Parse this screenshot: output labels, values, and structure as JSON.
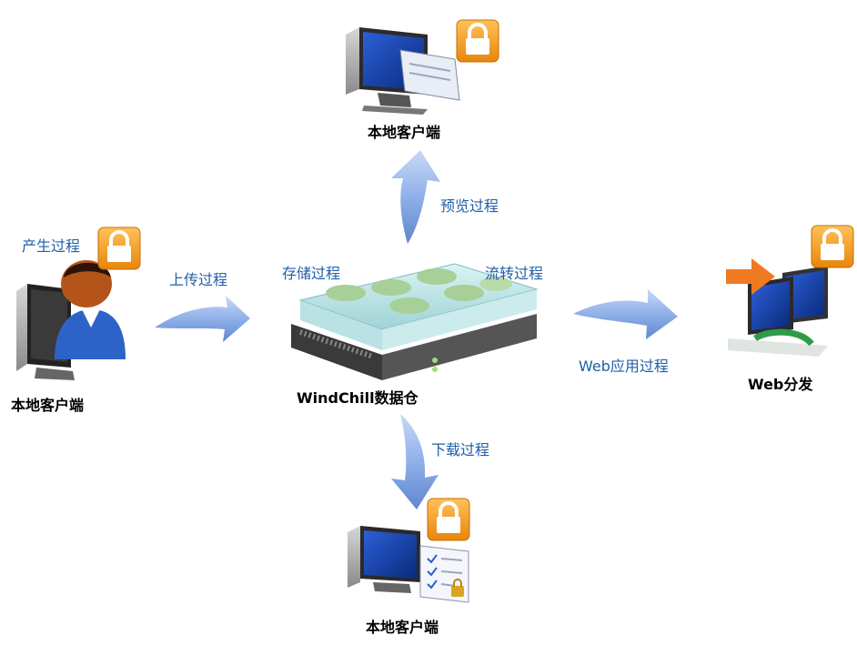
{
  "nodes": {
    "left_client": "本地客户端",
    "top_client": "本地客户端",
    "bottom_client": "本地客户端",
    "server": "WindChill数据仓",
    "web": "Web分发"
  },
  "processes": {
    "create": "产生过程",
    "upload": "上传过程",
    "store": "存储过程",
    "circulate": "流转过程",
    "preview": "预览过程",
    "download": "下载过程",
    "web_app": "Web应用过程"
  },
  "icons": {
    "lock": "lock-icon",
    "user": "user-icon",
    "monitor": "monitor-icon",
    "server": "server-icon",
    "network": "network-icon",
    "checklist": "checklist-icon"
  },
  "colors": {
    "process_text": "#1f5fa8",
    "arrow": "#8fb0e8",
    "lock": "#f5a21b"
  }
}
